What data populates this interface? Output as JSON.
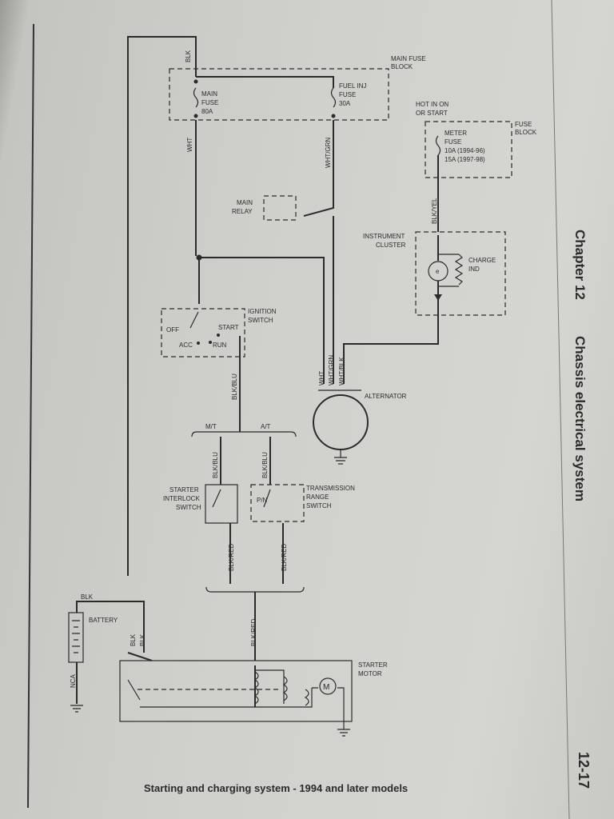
{
  "header": {
    "chapter": "Chapter 12",
    "title": "Chassis electrical system"
  },
  "page_number": "12-17",
  "caption": "Starting and charging system - 1994 and later models",
  "main_fuse_block": {
    "title_1": "MAIN FUSE",
    "title_2": "BLOCK"
  },
  "main_fuse": {
    "line1": "MAIN",
    "line2": "FUSE",
    "line3": "80A"
  },
  "fuel_inj_fuse": {
    "line1": "FUEL INJ",
    "line2": "FUSE",
    "line3": "30A"
  },
  "hot_label": {
    "line1": "HOT IN ON",
    "line2": "OR START"
  },
  "fuse_block": {
    "line1": "FUSE",
    "line2": "BLOCK"
  },
  "meter_fuse": {
    "line1": "METER",
    "line2": "FUSE",
    "line3": "10A (1994-96)",
    "line4": "15A (1997-98)"
  },
  "main_relay": {
    "line1": "MAIN",
    "line2": "RELAY"
  },
  "instrument_cluster": {
    "line1": "INSTRUMENT",
    "line2": "CLUSTER"
  },
  "charge_ind": {
    "line1": "CHARGE",
    "line2": "IND"
  },
  "ignition_switch": {
    "line1": "IGNITION",
    "line2": "SWITCH",
    "off": "OFF",
    "acc": "ACC",
    "start": "START",
    "run": "RUN"
  },
  "alternator": "ALTERNATOR",
  "transmission": {
    "mt": "M/T",
    "at": "A/T"
  },
  "starter_interlock": {
    "line1": "STARTER",
    "line2": "INTERLOCK",
    "line3": "SWITCH"
  },
  "trans_range": {
    "line1": "TRANSMISSION",
    "line2": "RANGE",
    "line3": "SWITCH",
    "pn": "P/N"
  },
  "battery": "BATTERY",
  "starter_motor": {
    "line1": "STARTER",
    "line2": "MOTOR",
    "motor_symbol": "M"
  },
  "wires": {
    "blk": "BLK",
    "wht": "WHT",
    "wht_grn": "WHT/GRN",
    "wht_blk": "WHT/BLK",
    "blk_yel": "BLK/YEL",
    "blk_blu": "BLK/BLU",
    "blk_red": "BLK/RED",
    "nca": "NCA"
  }
}
